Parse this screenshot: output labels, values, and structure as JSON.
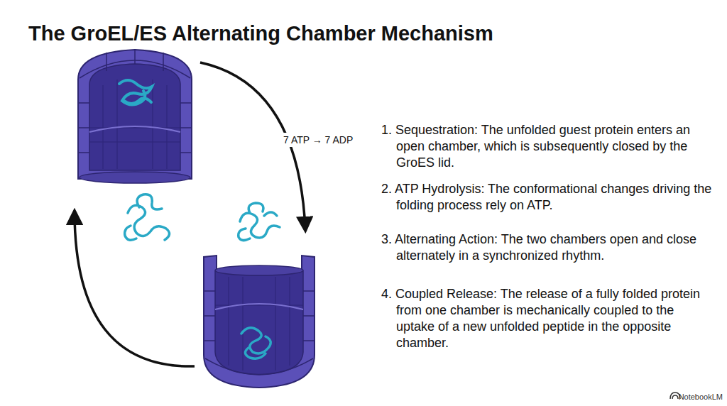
{
  "diagram": {
    "title": "The GroEL/ES Alternating Chamber Mechanism",
    "labels": [
      "7 ATP → 7 ADP",
      "1. Sequestration: The unfolded guest protein enters an open chamber, which is subsequently closed by the GroES lid.",
      "2. ATP Hydrolysis: The conformational changes driving the folding process rely on ATP.",
      "3. Alternating Action: The two chambers open and close alternately in a synchronized rhythm.",
      "4. Coupled Release: The release of a fully folded protein from one chamber is mechanically coupled to the uptake of a new unfolded peptide in the opposite chamber.",
      "NotebookLM"
    ]
  }
}
